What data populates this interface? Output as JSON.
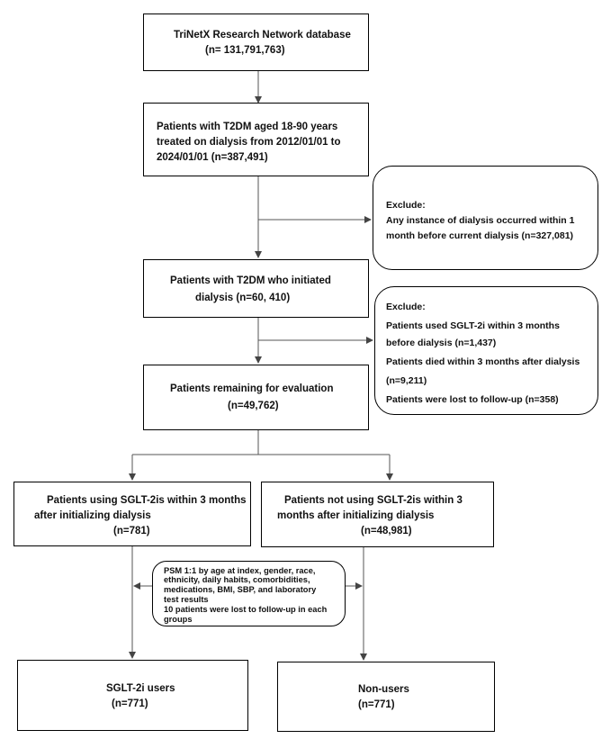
{
  "flowchart": {
    "source": {
      "line1": "TriNetX Research Network database",
      "line2": "(n= 131,791,763)"
    },
    "t2dm_dialysis": {
      "line1": "Patients with T2DM aged 18-90 years",
      "line2": "treated on dialysis from 2012/01/01 to",
      "line3": "2024/01/01 (n=387,491)"
    },
    "exclude1": {
      "heading": "Exclude:",
      "line1": "Any instance of dialysis occurred within 1",
      "line2": "month before current dialysis (n=327,081)"
    },
    "initiated": {
      "line1": "Patients with T2DM who initiated",
      "line2": "dialysis (n=60, 410)"
    },
    "exclude2": {
      "heading": "Exclude:",
      "line1": "Patients used SGLT-2i within 3 months",
      "line2": "before dialysis (n=1,437)",
      "line3": "Patients died within 3 months after dialysis",
      "line4": "(n=9,211)",
      "line5": "Patients were lost to follow-up (n=358)"
    },
    "remaining": {
      "line1": "Patients remaining for evaluation",
      "line2": "(n=49,762)"
    },
    "using": {
      "line1": "Patients using SGLT-2is within 3 months",
      "line2": "after initializing dialysis",
      "line3": "(n=781)"
    },
    "not_using": {
      "line1": "Patients not using SGLT-2is within 3",
      "line2": "months after initializing dialysis",
      "line3": "(n=48,981)"
    },
    "psm": {
      "line1": "PSM 1:1 by age at index, gender, race,",
      "line2": "ethnicity, daily habits, comorbidities,",
      "line3": "medications, BMI, SBP, and laboratory",
      "line4": "test results",
      "line5": "10 patients were lost to follow-up in each",
      "line6": "groups"
    },
    "users": {
      "line1": "SGLT-2i users",
      "line2": "(n=771)"
    },
    "non_users": {
      "line1": "Non-users",
      "line2": "(n=771)"
    }
  }
}
